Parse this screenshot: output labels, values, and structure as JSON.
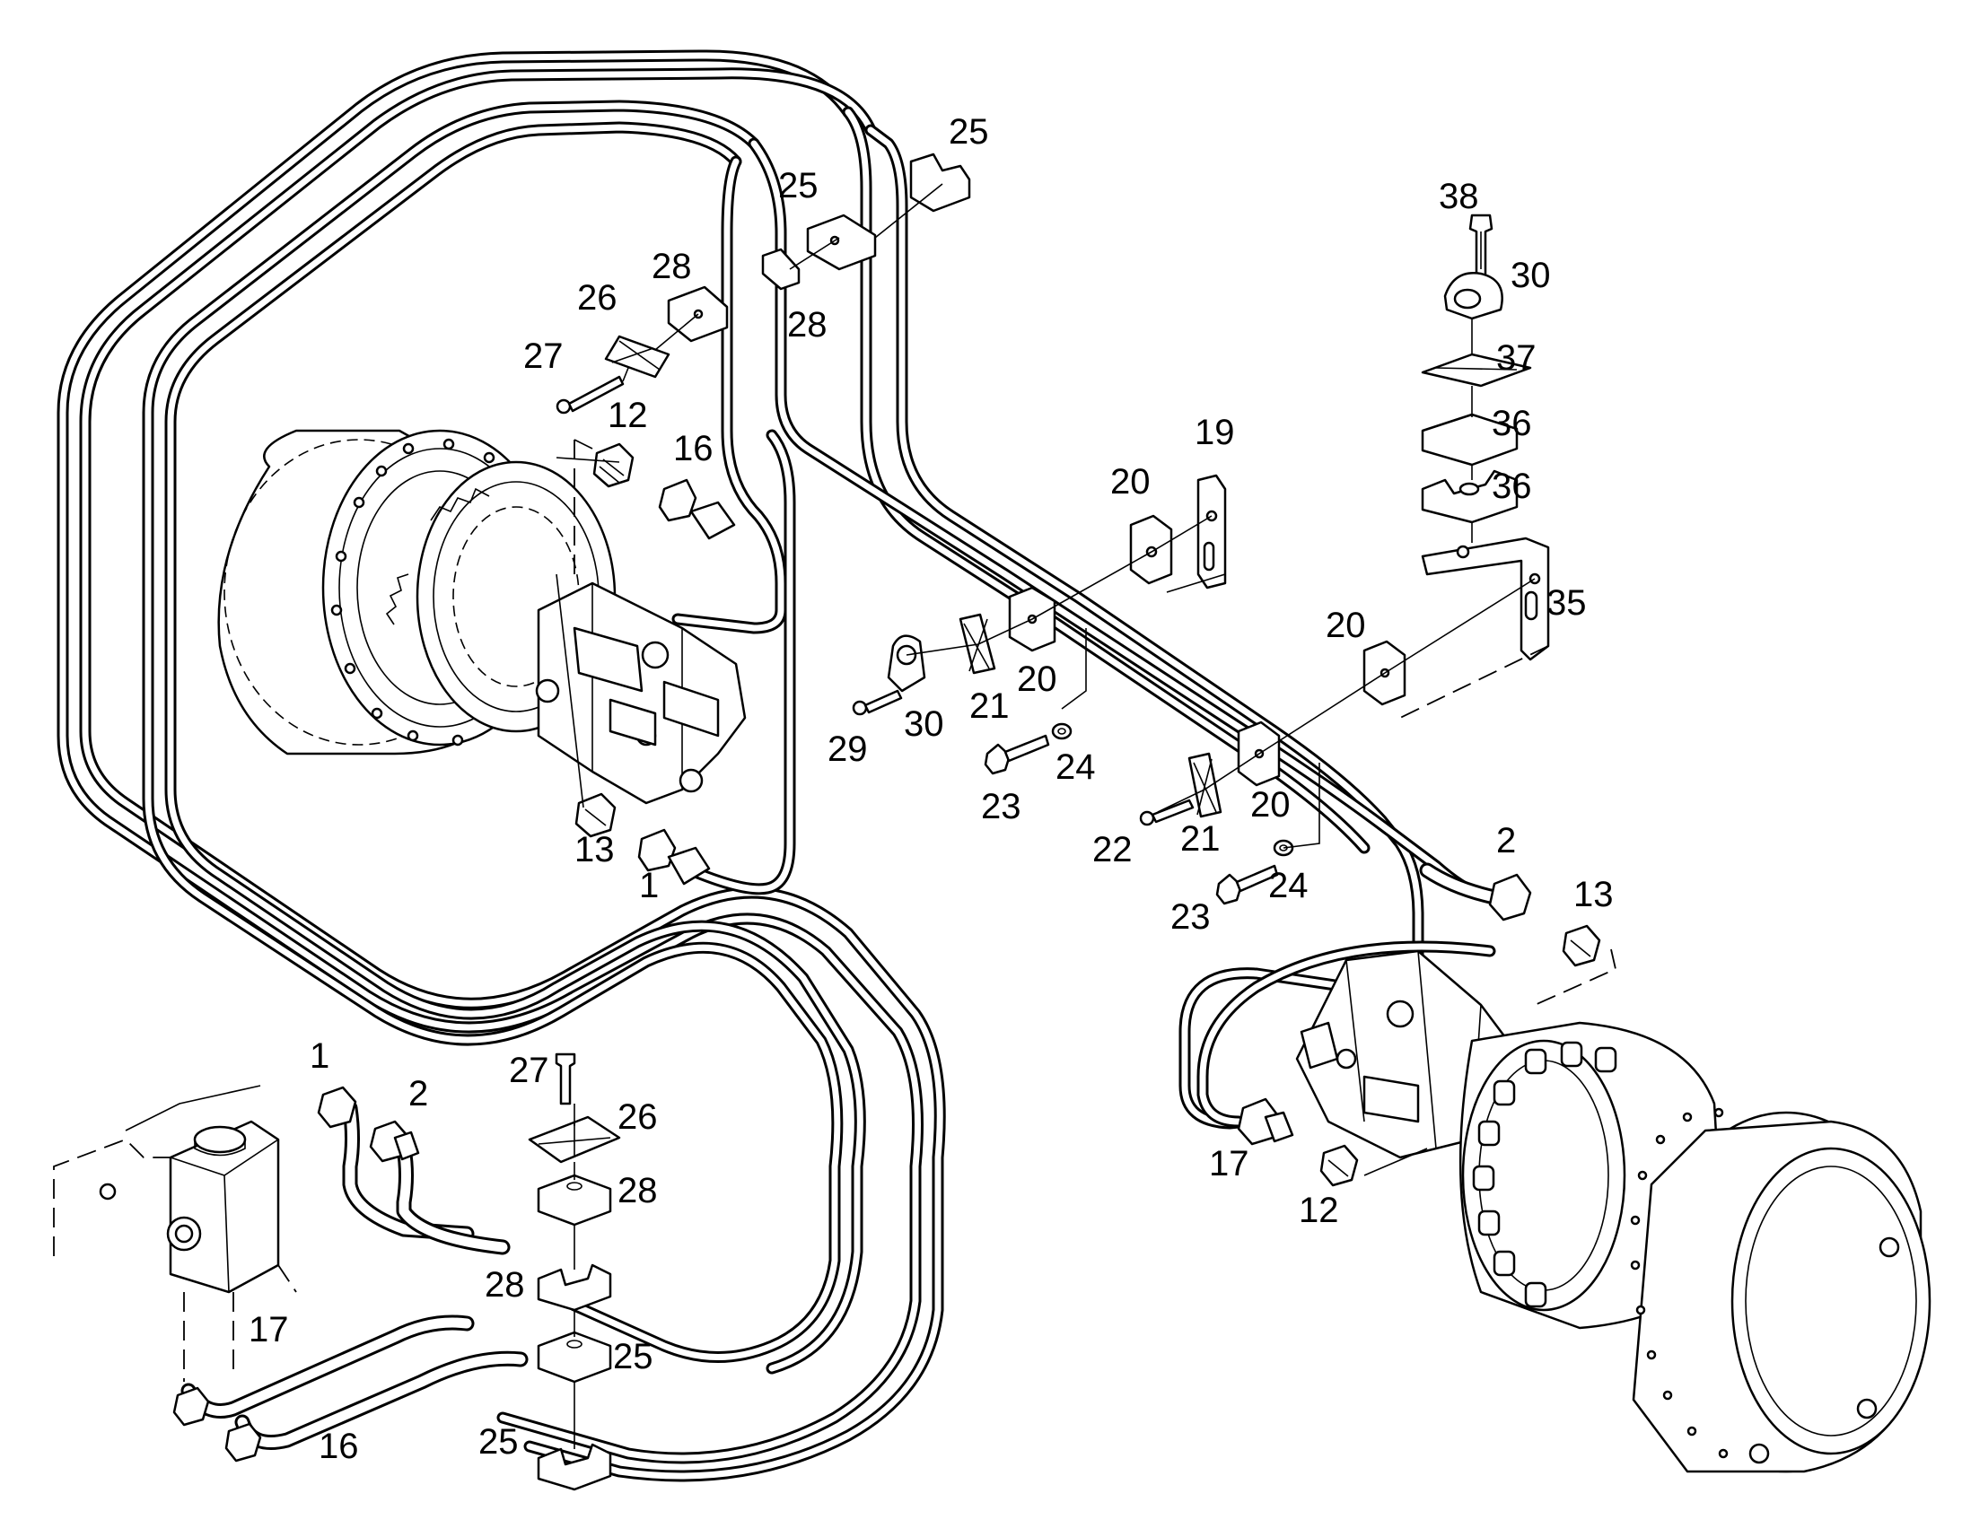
{
  "diagram": {
    "part_numbers": {
      "c1": "1",
      "c2": "2",
      "c12": "12",
      "c13": "13",
      "c16": "16",
      "c17": "17",
      "c19": "19",
      "c20": "20",
      "c21": "21",
      "c22": "22",
      "c23": "23",
      "c24": "24",
      "c25": "25",
      "c26": "26",
      "c27": "27",
      "c28": "28",
      "c29": "29",
      "c30": "30",
      "c35": "35",
      "c36": "36",
      "c37": "37",
      "c38": "38"
    }
  }
}
